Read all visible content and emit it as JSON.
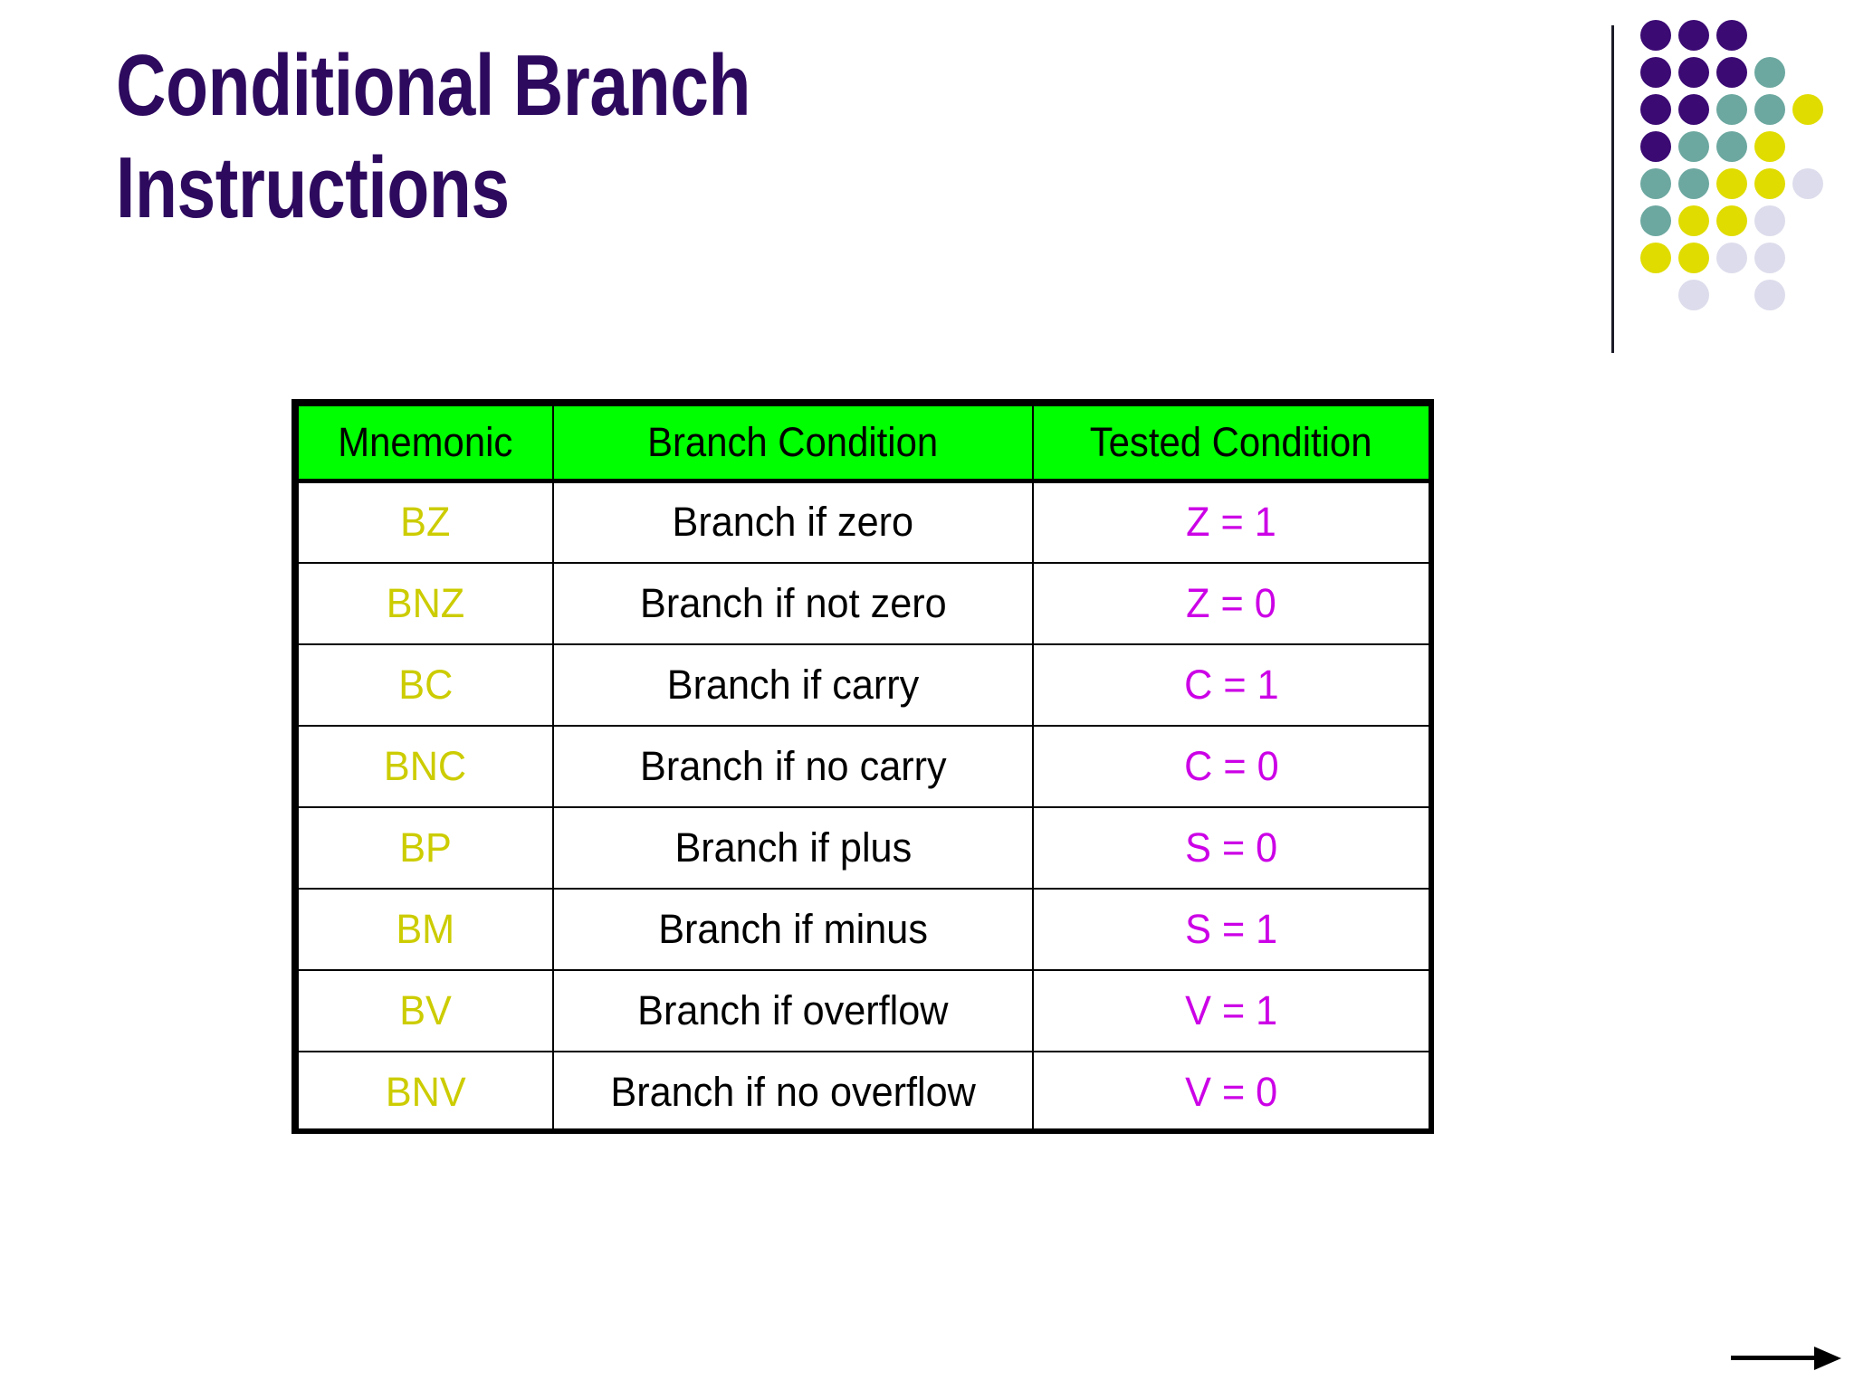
{
  "slide": {
    "title": "Conditional Branch\nInstructions",
    "title_color": "#2D0A5E",
    "background_color": "#FFFFFF"
  },
  "logo": {
    "name": "dot-matrix-logo",
    "rule_color": "#1B1B28",
    "palette": {
      "purple": "#3B0A73",
      "teal": "#6CA8A0",
      "yellow": "#E0DC00",
      "lavender": "#DCDCEC"
    },
    "dots": [
      {
        "row": 0,
        "col": 0,
        "color": "#3B0A73"
      },
      {
        "row": 0,
        "col": 1,
        "color": "#3B0A73"
      },
      {
        "row": 0,
        "col": 2,
        "color": "#3B0A73"
      },
      {
        "row": 1,
        "col": 0,
        "color": "#3B0A73"
      },
      {
        "row": 1,
        "col": 1,
        "color": "#3B0A73"
      },
      {
        "row": 1,
        "col": 2,
        "color": "#3B0A73"
      },
      {
        "row": 1,
        "col": 3,
        "color": "#6CA8A0"
      },
      {
        "row": 2,
        "col": 0,
        "color": "#3B0A73"
      },
      {
        "row": 2,
        "col": 1,
        "color": "#3B0A73"
      },
      {
        "row": 2,
        "col": 2,
        "color": "#6CA8A0"
      },
      {
        "row": 2,
        "col": 3,
        "color": "#6CA8A0"
      },
      {
        "row": 2,
        "col": 4,
        "color": "#E0DC00"
      },
      {
        "row": 3,
        "col": 0,
        "color": "#3B0A73"
      },
      {
        "row": 3,
        "col": 1,
        "color": "#6CA8A0"
      },
      {
        "row": 3,
        "col": 2,
        "color": "#6CA8A0"
      },
      {
        "row": 3,
        "col": 3,
        "color": "#E0DC00"
      },
      {
        "row": 4,
        "col": 0,
        "color": "#6CA8A0"
      },
      {
        "row": 4,
        "col": 1,
        "color": "#6CA8A0"
      },
      {
        "row": 4,
        "col": 2,
        "color": "#E0DC00"
      },
      {
        "row": 4,
        "col": 3,
        "color": "#E0DC00"
      },
      {
        "row": 4,
        "col": 4,
        "color": "#DCDCEC"
      },
      {
        "row": 5,
        "col": 0,
        "color": "#6CA8A0"
      },
      {
        "row": 5,
        "col": 1,
        "color": "#E0DC00"
      },
      {
        "row": 5,
        "col": 2,
        "color": "#E0DC00"
      },
      {
        "row": 5,
        "col": 3,
        "color": "#DCDCEC"
      },
      {
        "row": 6,
        "col": 0,
        "color": "#E0DC00"
      },
      {
        "row": 6,
        "col": 1,
        "color": "#E0DC00"
      },
      {
        "row": 6,
        "col": 2,
        "color": "#DCDCEC"
      },
      {
        "row": 6,
        "col": 3,
        "color": "#DCDCEC"
      },
      {
        "row": 7,
        "col": 1,
        "color": "#DCDCEC"
      },
      {
        "row": 7,
        "col": 3,
        "color": "#DCDCEC"
      }
    ]
  },
  "table": {
    "name": "conditional-branch-instruction-table",
    "header_background": "#00FF00",
    "header_text_color": "#000000",
    "mnemonic_color": "#CCCC00",
    "condition_color": "#000000",
    "tested_color": "#CC00E6",
    "border_color": "#000000",
    "columns": [
      "Mnemonic",
      "Branch Condition",
      "Tested Condition"
    ],
    "rows": [
      {
        "mnemonic": "BZ",
        "condition": "Branch if zero",
        "tested": "Z = 1"
      },
      {
        "mnemonic": "BNZ",
        "condition": "Branch if not zero",
        "tested": "Z = 0"
      },
      {
        "mnemonic": "BC",
        "condition": "Branch if carry",
        "tested": "C = 1"
      },
      {
        "mnemonic": "BNC",
        "condition": "Branch if no carry",
        "tested": "C = 0"
      },
      {
        "mnemonic": "BP",
        "condition": "Branch if plus",
        "tested": "S = 0"
      },
      {
        "mnemonic": "BM",
        "condition": "Branch if minus",
        "tested": "S = 1"
      },
      {
        "mnemonic": "BV",
        "condition": "Branch if overflow",
        "tested": "V = 1"
      },
      {
        "mnemonic": "BNV",
        "condition": "Branch if no overflow",
        "tested": "V = 0"
      }
    ]
  },
  "navigation": {
    "next_arrow_label": "next-slide-arrow",
    "arrow_color": "#000000"
  }
}
